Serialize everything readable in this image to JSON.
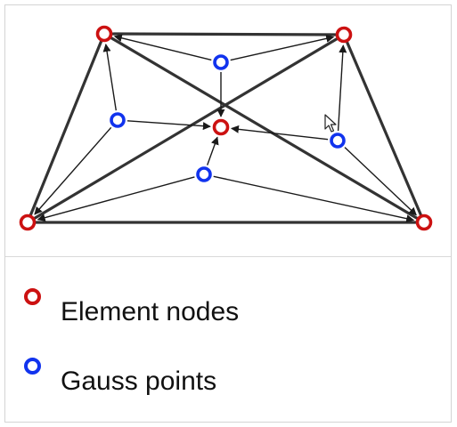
{
  "colors": {
    "element_node": "#cc1111",
    "gauss_point": "#1133ee",
    "edge": "#333333",
    "arrow": "#1a1a1a"
  },
  "diagram": {
    "element_nodes": [
      "node-top-left",
      "node-top-right",
      "node-bottom-left",
      "node-bottom-right",
      "node-center"
    ],
    "gauss_points": [
      "gauss-top",
      "gauss-left",
      "gauss-right",
      "gauss-bottom"
    ]
  },
  "legend": {
    "items": [
      {
        "label": "Element nodes",
        "color": "#cc1111"
      },
      {
        "label": "Gauss points",
        "color": "#1133ee"
      }
    ]
  },
  "cursor": {
    "icon": "mouse-pointer-icon"
  }
}
